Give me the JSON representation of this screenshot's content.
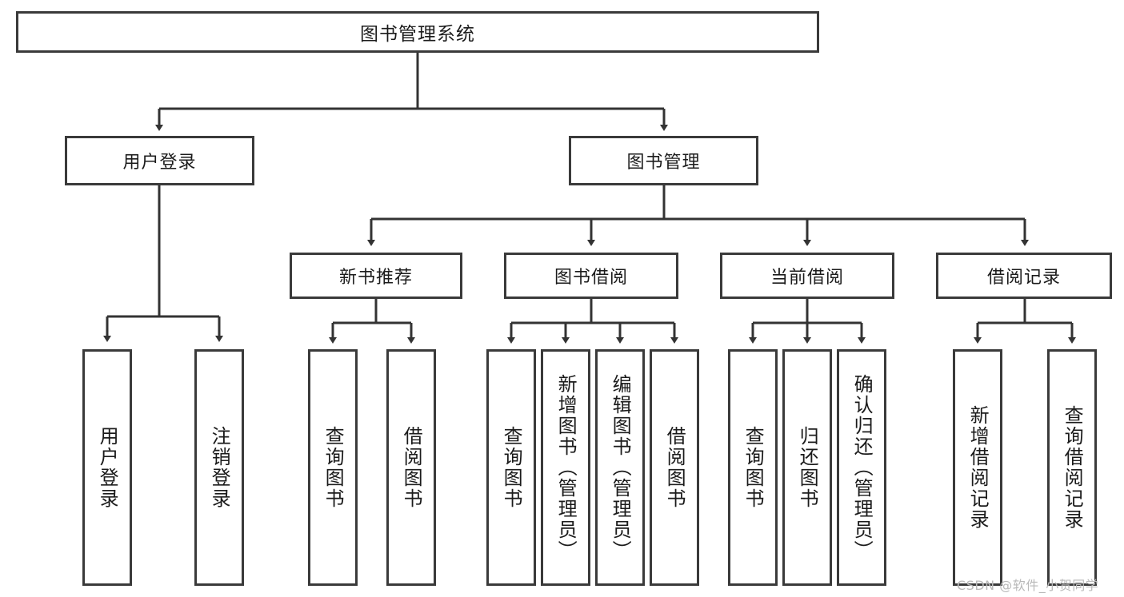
{
  "diagram": {
    "type": "tree",
    "title": "图书管理系统",
    "watermark": "CSDN @软件_小贺同学",
    "colors": {
      "box_border": "#3a3a3a",
      "box_fill": "#ffffff",
      "connector": "#333333",
      "text": "#1b1b1b",
      "watermark": "#b9b9b9"
    },
    "nodes": {
      "root": {
        "label": "图书管理系统"
      },
      "level2": [
        {
          "id": "user-login",
          "label": "用户登录"
        },
        {
          "id": "book-manage",
          "label": "图书管理"
        }
      ],
      "level3": [
        {
          "id": "new-book-recommend",
          "label": "新书推荐"
        },
        {
          "id": "book-borrow",
          "label": "图书借阅"
        },
        {
          "id": "current-borrow",
          "label": "当前借阅"
        },
        {
          "id": "borrow-record",
          "label": "借阅记录"
        }
      ],
      "leaves": {
        "user-login": [
          {
            "id": "leaf-user-login",
            "label": "用户登录"
          },
          {
            "id": "leaf-logout-login",
            "label": "注销登录"
          }
        ],
        "new-book-recommend": [
          {
            "id": "leaf-query-book-1",
            "label": "查询图书"
          },
          {
            "id": "leaf-borrow-book-1",
            "label": "借阅图书"
          }
        ],
        "book-borrow": [
          {
            "id": "leaf-query-book-2",
            "label": "查询图书"
          },
          {
            "id": "leaf-add-book",
            "label": "新增图书（管理员）"
          },
          {
            "id": "leaf-edit-book",
            "label": "编辑图书（管理员）"
          },
          {
            "id": "leaf-borrow-book-2",
            "label": "借阅图书"
          }
        ],
        "current-borrow": [
          {
            "id": "leaf-query-book-3",
            "label": "查询图书"
          },
          {
            "id": "leaf-return-book",
            "label": "归还图书"
          },
          {
            "id": "leaf-confirm-return",
            "label": "确认归还（管理员）"
          }
        ],
        "borrow-record": [
          {
            "id": "leaf-add-record",
            "label": "新增借阅记录"
          },
          {
            "id": "leaf-query-record",
            "label": "查询借阅记录"
          }
        ]
      }
    }
  }
}
